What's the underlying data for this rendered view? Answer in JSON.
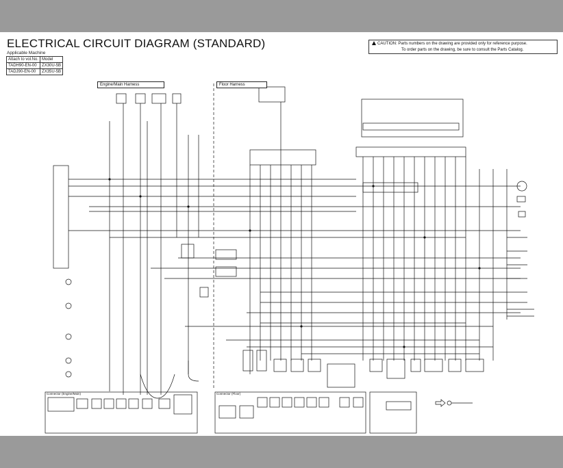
{
  "title": "ELECTRICAL CIRCUIT DIAGRAM (STANDARD)",
  "applicable_machine": {
    "label": "Applicable Machine",
    "headers": [
      "Attach to vol.No.",
      "Model"
    ],
    "rows": [
      [
        "TADH90-EN-00",
        "ZX30U-5B"
      ],
      [
        "TADJ90-EN-00",
        "ZX35U-5B"
      ]
    ]
  },
  "caution": {
    "prefix": "CAUTION:",
    "line1": "Parts numbers on the drawing are provided only for reference purpose.",
    "line2": "To order parts on the drawing, be sure to consult the Parts Catalog."
  },
  "harness_labels": {
    "engine_main": "Engine/Main Harness",
    "floor": "Floor Harness"
  },
  "connector_panels": {
    "engine_main": "Connector (Engine/Main)",
    "floor": "Connector (Floor)"
  },
  "colors": {
    "line": "#111111",
    "background_frame": "#9a9a9a",
    "sheet": "#ffffff"
  }
}
